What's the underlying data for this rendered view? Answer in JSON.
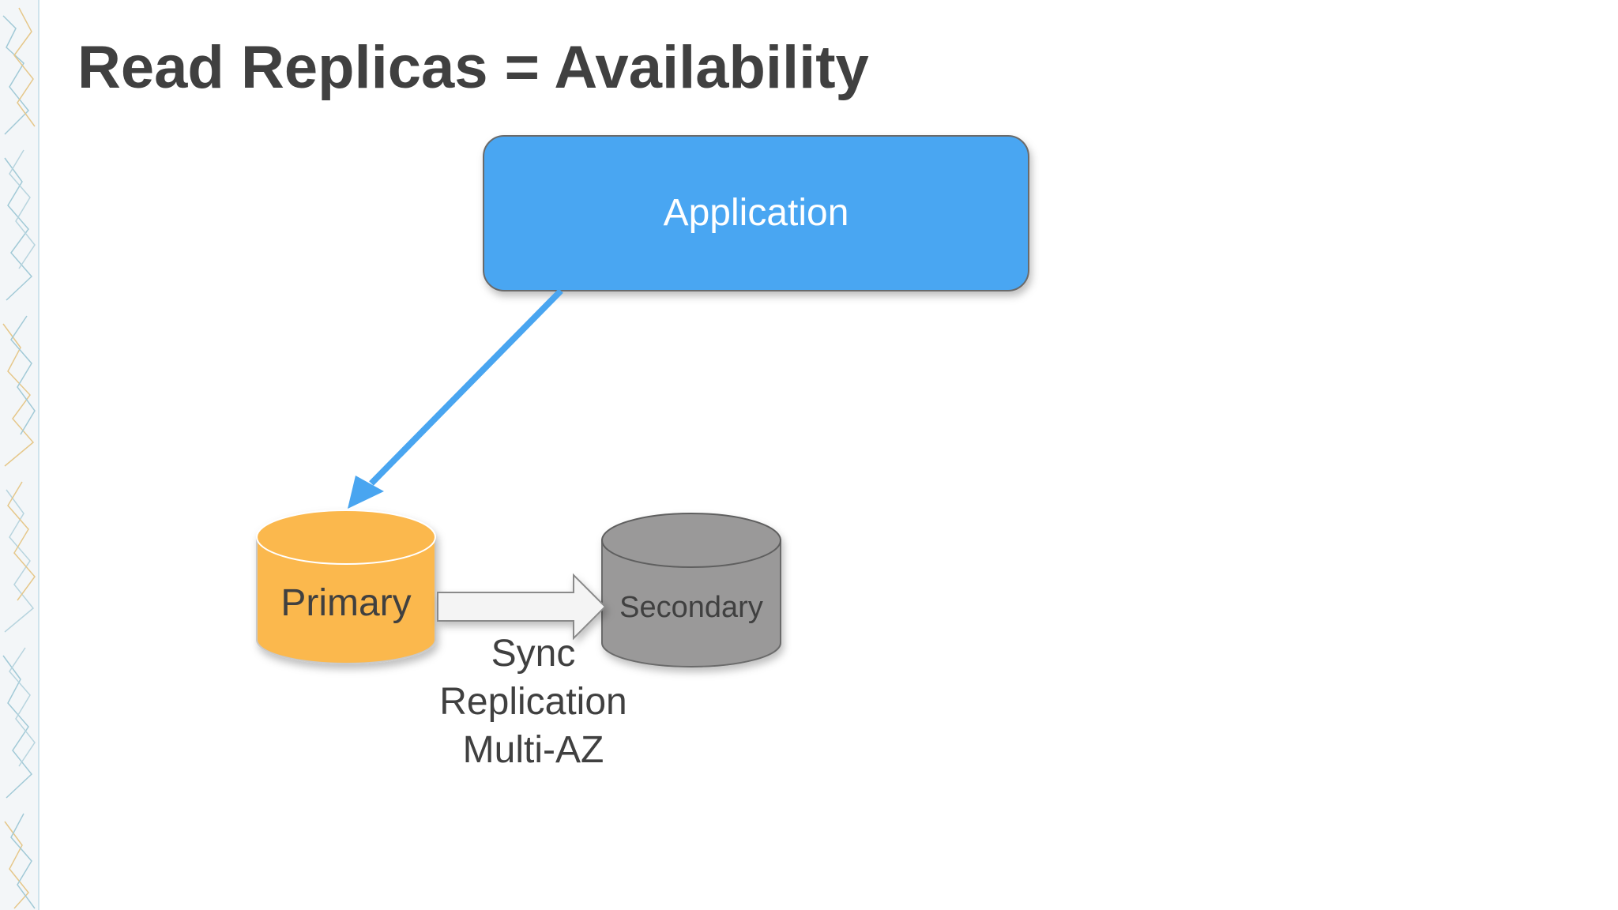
{
  "slide": {
    "title": "Read Replicas = Availability"
  },
  "diagram": {
    "application": {
      "label": "Application",
      "fill": "#4aa6f2",
      "text_color": "#ffffff"
    },
    "primary": {
      "label": "Primary",
      "fill": "#fbb84e",
      "text_color": "#404040"
    },
    "secondary": {
      "label": "Secondary",
      "fill": "#9a9999",
      "text_color": "#404040"
    },
    "read_arrow_color": "#49a5f0",
    "replication_arrow_fill": "#f4f4f4",
    "replication_labels": [
      "Sync",
      "Replication",
      "Multi-AZ"
    ]
  }
}
